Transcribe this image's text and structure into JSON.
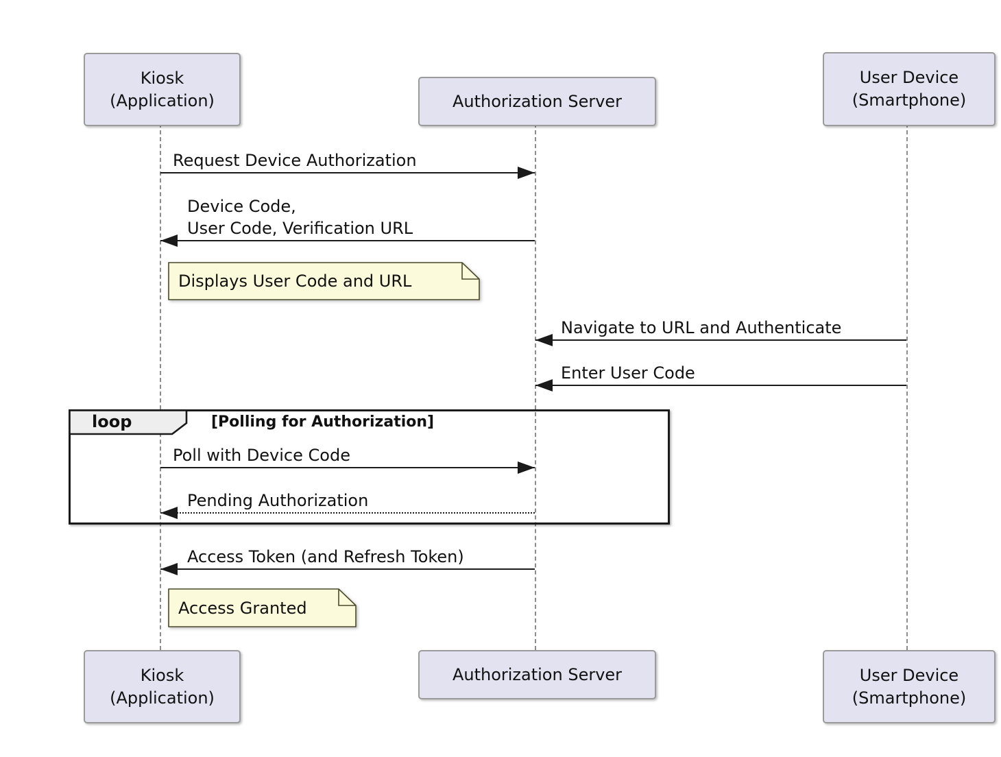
{
  "diagram_type": "sequence-diagram",
  "participants": [
    {
      "id": "kiosk",
      "label": "Kiosk\n(Application)"
    },
    {
      "id": "auth-server",
      "label": "Authorization Server"
    },
    {
      "id": "user-device",
      "label": "User Device\n(Smartphone)"
    }
  ],
  "messages": [
    {
      "from": "kiosk",
      "to": "auth-server",
      "label": "Request Device Authorization",
      "line": "solid"
    },
    {
      "from": "auth-server",
      "to": "kiosk",
      "label": "Device Code,\nUser Code, Verification URL",
      "line": "solid"
    },
    {
      "from": "user-device",
      "to": "auth-server",
      "label": "Navigate to URL and Authenticate",
      "line": "solid"
    },
    {
      "from": "user-device",
      "to": "auth-server",
      "label": "Enter User Code",
      "line": "solid"
    },
    {
      "from": "kiosk",
      "to": "auth-server",
      "label": "Poll with Device Code",
      "line": "solid"
    },
    {
      "from": "auth-server",
      "to": "kiosk",
      "label": "Pending Authorization",
      "line": "dashed"
    },
    {
      "from": "auth-server",
      "to": "kiosk",
      "label": "Access Token (and Refresh Token)",
      "line": "solid"
    }
  ],
  "notes": [
    {
      "over": "kiosk",
      "label": "Displays User Code and URL"
    },
    {
      "over": "kiosk",
      "label": "Access Granted"
    }
  ],
  "fragment": {
    "keyword": "loop",
    "condition": "[Polling for Authorization]"
  },
  "colors": {
    "participant_fill": "#E2E2F0",
    "participant_border": "#9B9B9B",
    "note_fill": "#FBFBDC",
    "note_border": "#4A4A2A",
    "line": "#1A1A1A",
    "lifeline": "#8C8C8C",
    "fragment_tab_fill": "#EEEEEE"
  }
}
